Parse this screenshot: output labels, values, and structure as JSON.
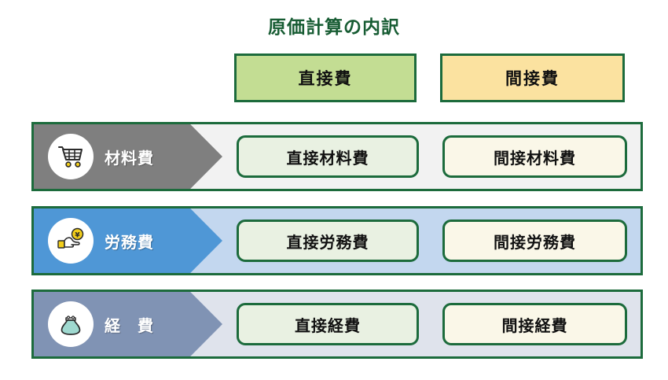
{
  "title": "原価計算の内訳",
  "colors": {
    "title_green": "#175c33",
    "border_green": "#1c6b3c",
    "header_direct_bg": "#c3dd93",
    "header_indirect_bg": "#fbe2a0",
    "row1_bg": "#f2f2f2",
    "row2_bg": "#c3d7ef",
    "row3_bg": "#dfe3ec",
    "chevron_row1": "#7f7f7f",
    "chevron_row2": "#4f97d6",
    "chevron_row3": "#8093b4",
    "cell_direct_bg": "#e9f1e2",
    "cell_indirect_bg": "#faf7e8"
  },
  "columns": [
    {
      "key": "direct",
      "label": "直接費"
    },
    {
      "key": "indirect",
      "label": "間接費"
    }
  ],
  "rows": [
    {
      "label": "材料費",
      "icon": "shopping-cart-icon",
      "direct": "直接材料費",
      "indirect": "間接材料費"
    },
    {
      "label": "労務費",
      "icon": "hand-with-yen-coin-icon",
      "direct": "直接労務費",
      "indirect": "間接労務費"
    },
    {
      "label": "経　費",
      "icon": "coin-purse-icon",
      "direct": "直接経費",
      "indirect": "間接経費"
    }
  ]
}
